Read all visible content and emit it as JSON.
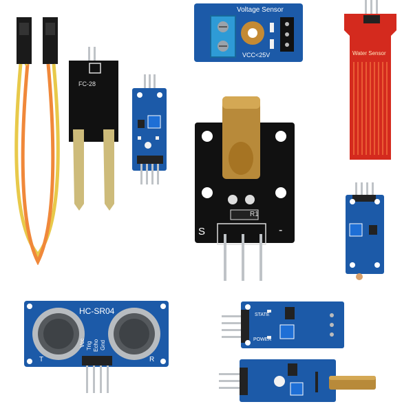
{
  "labels": {
    "soil_probe_model": "FC-28",
    "voltage_title": "Voltage Sensor",
    "voltage_rating": "VCC<25V",
    "water_title": "Water Sensor",
    "laser_s": "S",
    "laser_minus": "-",
    "laser_r1": "R1",
    "ultrasonic_model": "HC-SR04",
    "ultrasonic_pins": [
      "Vcc",
      "Trig",
      "Echo",
      "Gnd"
    ],
    "ultrasonic_t": "T",
    "ultrasonic_r": "R",
    "state": "STATE",
    "power": "POWER"
  },
  "colors": {
    "pcb_blue": "#1c5aa8",
    "pcb_red": "#d42a1e",
    "pcb_black": "#111111",
    "laser_brass": "#b88a3a",
    "probe_gold": "#cdbb7a",
    "wire_orange": "#f0883a",
    "wire_yellow": "#e8c94a"
  }
}
